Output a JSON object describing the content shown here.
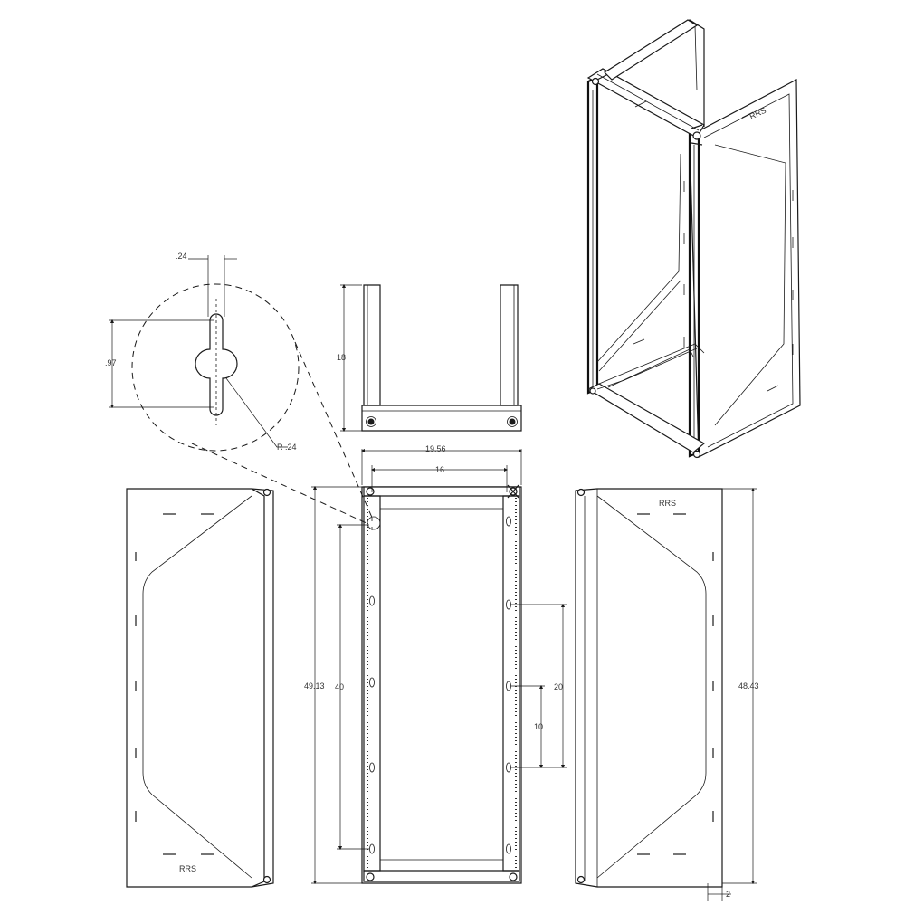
{
  "dimensions": {
    "slot_width": ".24",
    "slot_length": ".97",
    "slot_radius": "R .24",
    "side_depth": "18",
    "overall_width": "19.56",
    "rail_spacing": "16",
    "overall_height": "49.13",
    "hole_span_40": "40",
    "hole_span_20": "20",
    "hole_span_10": "10",
    "side_height": "48.43",
    "foot_offset": "2"
  },
  "logo_text": "RRS"
}
